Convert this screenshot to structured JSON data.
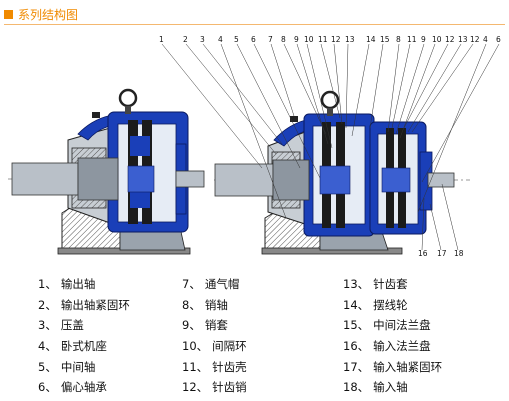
{
  "header": {
    "title": "系列结构图"
  },
  "diagram": {
    "top_numbers": [
      "1",
      "2",
      "3",
      "4",
      "5",
      "6",
      "7",
      "8",
      "9",
      "10",
      "11",
      "12",
      "13",
      "14",
      "15",
      "8",
      "11",
      "9",
      "10",
      "12",
      "13",
      "12",
      "4",
      "6"
    ],
    "bottom_numbers": [
      "16",
      "17",
      "18"
    ]
  },
  "legend": {
    "columns": [
      [
        {
          "num": "1、",
          "label": "输出轴"
        },
        {
          "num": "2、",
          "label": "输出轴紧固环"
        },
        {
          "num": "3、",
          "label": "压盖"
        },
        {
          "num": "4、",
          "label": "卧式机座"
        },
        {
          "num": "5、",
          "label": "中间轴"
        },
        {
          "num": "6、",
          "label": "偏心轴承"
        }
      ],
      [
        {
          "num": "7、",
          "label": "通气帽"
        },
        {
          "num": "8、",
          "label": "销轴"
        },
        {
          "num": "9、",
          "label": "销套"
        },
        {
          "num": "10、",
          "label": "间隔环"
        },
        {
          "num": "11、",
          "label": "针齿壳"
        },
        {
          "num": "12、",
          "label": "针齿销"
        }
      ],
      [
        {
          "num": "13、",
          "label": "针齿套"
        },
        {
          "num": "14、",
          "label": "摆线轮"
        },
        {
          "num": "15、",
          "label": "中间法兰盘"
        },
        {
          "num": "16、",
          "label": "输入法兰盘"
        },
        {
          "num": "17、",
          "label": "输入轴紧固环"
        },
        {
          "num": "18、",
          "label": "输入轴"
        }
      ]
    ]
  },
  "colors": {
    "accent": "#f08a00",
    "body_blue": "#1a3fb8",
    "dark": "#1b1b1b",
    "grey": "#9aa3ad"
  }
}
